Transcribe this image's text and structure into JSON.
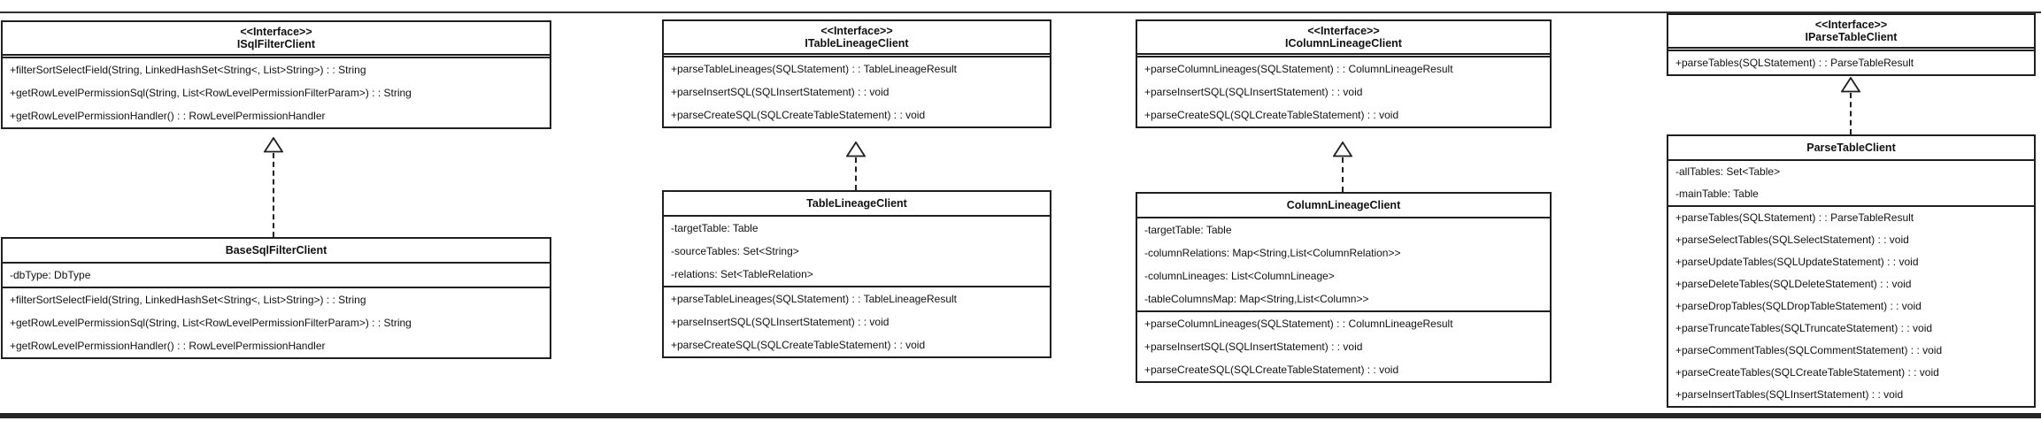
{
  "colors": {
    "line": "#1f1f1f",
    "background": "#ffffff",
    "frame_bar": "#262626"
  },
  "diagram": {
    "classes": [
      {
        "id": "isqlfilterclient",
        "stereotype": "<<Interface>>",
        "name": "ISqlFilterClient",
        "fields": [],
        "methods": [
          "+filterSortSelectField(String, LinkedHashSet<String<, List>String>) : : String",
          "+getRowLevelPermissionSql(String, List<RowLevelPermissionFilterParam>) : : String",
          "+getRowLevelPermissionHandler() : : RowLevelPermissionHandler"
        ]
      },
      {
        "id": "basesqlfilterclient",
        "stereotype": "",
        "name": "BaseSqlFilterClient",
        "fields": [
          "-dbType: DbType"
        ],
        "methods": [
          "+filterSortSelectField(String, LinkedHashSet<String<, List>String>) : : String",
          "+getRowLevelPermissionSql(String, List<RowLevelPermissionFilterParam>) : : String",
          "+getRowLevelPermissionHandler() : : RowLevelPermissionHandler"
        ]
      },
      {
        "id": "itablelineageclient",
        "stereotype": "<<Interface>>",
        "name": "ITableLineageClient",
        "fields": [],
        "methods": [
          "+parseTableLineages(SQLStatement) : : TableLineageResult",
          "+parseInsertSQL(SQLInsertStatement) : : void",
          "+parseCreateSQL(SQLCreateTableStatement) : : void"
        ]
      },
      {
        "id": "tablelineageclient",
        "stereotype": "",
        "name": "TableLineageClient",
        "fields": [
          "-targetTable: Table",
          "-sourceTables: Set<String>",
          "-relations: Set<TableRelation>"
        ],
        "methods": [
          "+parseTableLineages(SQLStatement) : : TableLineageResult",
          "+parseInsertSQL(SQLInsertStatement) : : void",
          "+parseCreateSQL(SQLCreateTableStatement) : : void"
        ]
      },
      {
        "id": "icolumnlineageclient",
        "stereotype": "<<Interface>>",
        "name": "IColumnLineageClient",
        "fields": [],
        "methods": [
          "+parseColumnLineages(SQLStatement) : : ColumnLineageResult",
          "+parseInsertSQL(SQLInsertStatement) : : void",
          "+parseCreateSQL(SQLCreateTableStatement) : : void"
        ]
      },
      {
        "id": "columnlineageclient",
        "stereotype": "",
        "name": "ColumnLineageClient",
        "fields": [
          "-targetTable: Table",
          "-columnRelations: Map<String,List<ColumnRelation>>",
          "-columnLineages: List<ColumnLineage>",
          "-tableColumnsMap: Map<String,List<Column>>"
        ],
        "methods": [
          "+parseColumnLineages(SQLStatement) : : ColumnLineageResult",
          "+parseInsertSQL(SQLInsertStatement) : : void",
          "+parseCreateSQL(SQLCreateTableStatement) : : void"
        ]
      },
      {
        "id": "iparsetableclient",
        "stereotype": "<<Interface>>",
        "name": "IParseTableClient",
        "fields": [],
        "methods": [
          "+parseTables(SQLStatement) : : ParseTableResult"
        ]
      },
      {
        "id": "parsetableclient",
        "stereotype": "",
        "name": "ParseTableClient",
        "fields": [
          "-allTables: Set<Table>",
          "-mainTable: Table"
        ],
        "methods": [
          "+parseTables(SQLStatement) : : ParseTableResult",
          "+parseSelectTables(SQLSelectStatement) : : void",
          "+parseUpdateTables(SQLUpdateStatement) : : void",
          "+parseDeleteTables(SQLDeleteStatement) : : void",
          "+parseDropTables(SQLDropTableStatement) : : void",
          "+parseTruncateTables(SQLTruncateStatement) : : void",
          "+parseCommentTables(SQLCommentStatement) : : void",
          "+parseCreateTables(SQLCreateTableStatement) : : void",
          "+parseInsertTables(SQLInsertStatement) : : void"
        ]
      }
    ],
    "relations": [
      {
        "from": "BaseSqlFilterClient",
        "to": "ISqlFilterClient",
        "type": "realization"
      },
      {
        "from": "TableLineageClient",
        "to": "ITableLineageClient",
        "type": "realization"
      },
      {
        "from": "ColumnLineageClient",
        "to": "IColumnLineageClient",
        "type": "realization"
      },
      {
        "from": "ParseTableClient",
        "to": "IParseTableClient",
        "type": "realization"
      }
    ]
  }
}
